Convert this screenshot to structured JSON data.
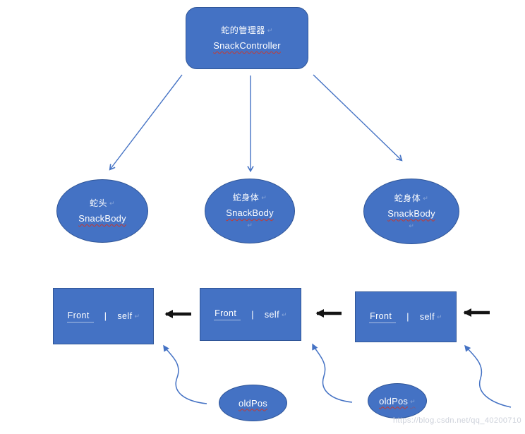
{
  "colors": {
    "shape_fill": "#4472c4",
    "shape_border": "#2f5597",
    "arrow_blue": "#4472c4",
    "arrow_black": "#141414",
    "text": "#ffffff",
    "underline_red": "#c53a32",
    "watermark": "#cdd1da"
  },
  "controller": {
    "line1": "蛇的管理器",
    "line2": "SnackController"
  },
  "ellipses": [
    {
      "line1": "蛇头",
      "line2": "SnackBody"
    },
    {
      "line1": "蛇身体",
      "line2": "SnackBody"
    },
    {
      "line1": "蛇身体",
      "line2": "SnackBody"
    }
  ],
  "cells": [
    {
      "front": "Front",
      "sep": "|",
      "self": "self"
    },
    {
      "front": "Front",
      "sep": "|",
      "self": "self"
    },
    {
      "front": "Front",
      "sep": "|",
      "self": "self"
    }
  ],
  "oldpos": [
    {
      "label": "oldPos"
    },
    {
      "label": "oldPos"
    }
  ],
  "icons": {
    "return_mark": "↵"
  },
  "watermark": "https://blog.csdn.net/qq_40200710"
}
